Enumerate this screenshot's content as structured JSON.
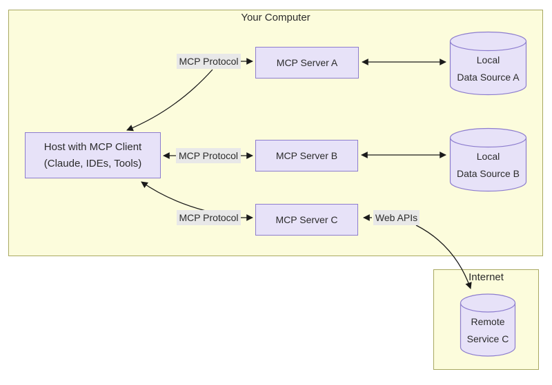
{
  "diagram": {
    "containers": {
      "computer_label": "Your Computer",
      "internet_label": "Internet"
    },
    "host": {
      "line1": "Host with MCP Client",
      "line2": "(Claude, IDEs, Tools)"
    },
    "servers": [
      {
        "label": "MCP Server A"
      },
      {
        "label": "MCP Server B"
      },
      {
        "label": "MCP Server C"
      }
    ],
    "edges": {
      "protocol_a": "MCP Protocol",
      "protocol_b": "MCP Protocol",
      "protocol_c": "MCP Protocol",
      "web_apis": "Web APIs"
    },
    "data_sources": [
      {
        "line1": "Local",
        "line2": "Data Source A"
      },
      {
        "line1": "Local",
        "line2": "Data Source B"
      }
    ],
    "remote_service": {
      "line1": "Remote",
      "line2": "Service C"
    }
  },
  "colors": {
    "container_fill": "#fcfcdc",
    "container_border": "#a8a860",
    "node_fill": "#e7e2f8",
    "node_border": "#8c7cce",
    "edge_label_bg": "#e8e8e8",
    "text": "#2b2b2b",
    "arrow": "#1a1a1a"
  }
}
